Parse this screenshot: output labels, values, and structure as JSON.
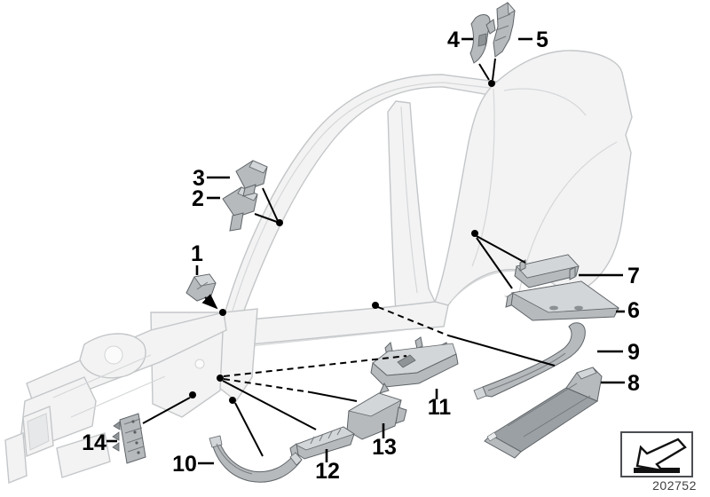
{
  "diagram": {
    "type": "exploded-parts-illustration",
    "callouts": [
      {
        "id": 1,
        "label": "1"
      },
      {
        "id": 2,
        "label": "2"
      },
      {
        "id": 3,
        "label": "3"
      },
      {
        "id": 4,
        "label": "4"
      },
      {
        "id": 5,
        "label": "5"
      },
      {
        "id": 6,
        "label": "6"
      },
      {
        "id": 7,
        "label": "7"
      },
      {
        "id": 8,
        "label": "8"
      },
      {
        "id": 9,
        "label": "9"
      },
      {
        "id": 10,
        "label": "10"
      },
      {
        "id": 11,
        "label": "11"
      },
      {
        "id": 12,
        "label": "12"
      },
      {
        "id": 13,
        "label": "13"
      },
      {
        "id": 14,
        "label": "14"
      }
    ]
  },
  "footer": {
    "part_number": "202752",
    "icon": "direction-arrow-icon"
  },
  "colors": {
    "background": "#ffffff",
    "body_fill": "#f3f3f4",
    "body_outline": "#c3c6c8",
    "part_fill": "#b6babd",
    "part_highlight": "#d3d6d8",
    "part_shadow": "#8f9497",
    "part_dark_panel": "#9aa0a4",
    "callout_text": "#000000",
    "leader_line": "#000000"
  }
}
